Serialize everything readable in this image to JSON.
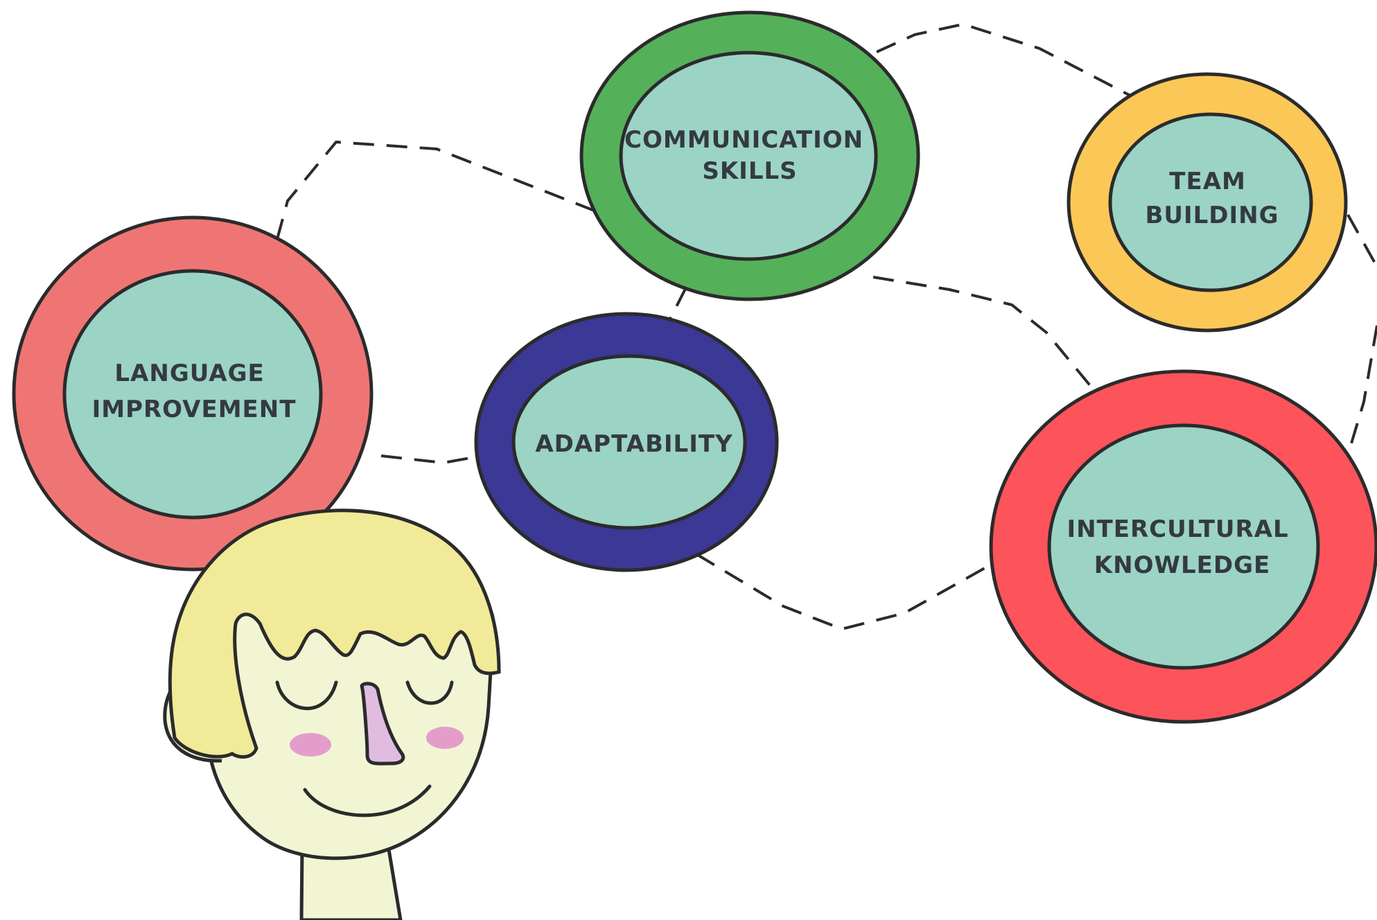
{
  "skills": [
    {
      "id": "communication",
      "label_lines": [
        "COMMUNICATION",
        "SKILLS"
      ],
      "ring_color": "#55b05a"
    },
    {
      "id": "team-building",
      "label_lines": [
        "TEAM",
        "BUILDING"
      ],
      "ring_color": "#fbc857"
    },
    {
      "id": "language-improvement",
      "label_lines": [
        "LANGUAGE",
        "IMPROVEMENT"
      ],
      "ring_color": "#ef7575"
    },
    {
      "id": "adaptability",
      "label_lines": [
        "ADAPTABILITY"
      ],
      "ring_color": "#3b3896"
    },
    {
      "id": "intercultural-knowledge",
      "label_lines": [
        "INTERCULTURAL",
        "KNOWLEDGE"
      ],
      "ring_color": "#fd535b"
    }
  ],
  "colors": {
    "inner_fill": "#9bd3c4",
    "outline": "#2b2b2b",
    "hair": "#f1ea98",
    "skin": "#f2f5d3",
    "blush": "#e49dcb",
    "nose": "#e0bde0"
  },
  "icons": {
    "character": "person-thinking-icon"
  }
}
